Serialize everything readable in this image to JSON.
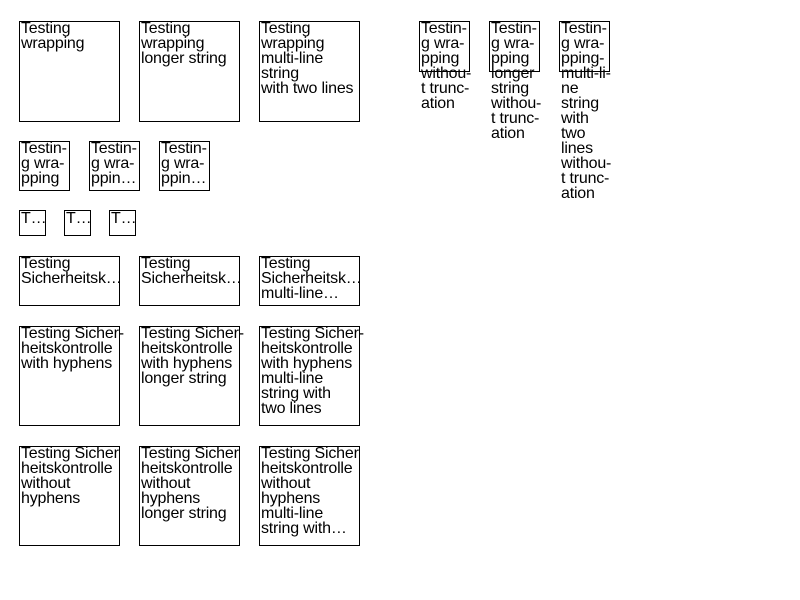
{
  "boxes": {
    "r1c1": [
      "Testing",
      "wrapping"
    ],
    "r1c2": [
      "Testing",
      "wrapping",
      "longer string"
    ],
    "r1c3": [
      "Testing",
      "wrapping",
      "multi-line",
      "string",
      "with two lines"
    ],
    "r1c4": [
      "Testin-",
      "g wra-",
      "pping",
      "withou-",
      "t trunc-",
      "ation"
    ],
    "r1c5": [
      "Testin-",
      "g wra-",
      "pping",
      "longer",
      "string",
      "withou-",
      "t trunc-",
      "ation"
    ],
    "r1c6": [
      "Testin-",
      "g wra-",
      "pping-",
      "multi-li-",
      "ne",
      "string",
      "with",
      "two",
      "lines",
      "withou-",
      "t trunc-",
      "ation"
    ],
    "r2c1": [
      "Testin-",
      "g wra-",
      "pping"
    ],
    "r2c2": [
      "Testin-",
      "g wra-",
      "ppin…"
    ],
    "r2c3": [
      "Testin-",
      "g wra-",
      "ppin…"
    ],
    "r3c1": [
      "T…"
    ],
    "r3c2": [
      "T…"
    ],
    "r3c3": [
      "T…"
    ],
    "r4c1": [
      "Testing",
      "Sicherheitsk…"
    ],
    "r4c2": [
      "Testing",
      "Sicherheitsk…"
    ],
    "r4c3": [
      "Testing",
      "Sicherheitsk…",
      "multi-line…"
    ],
    "r5c1": [
      "Testing Sicher-",
      "heitskontrolle",
      "with hyphens"
    ],
    "r5c2": [
      "Testing Sicher-",
      "heitskontrolle",
      "with hyphens",
      "longer string"
    ],
    "r5c3": [
      "Testing Sicher-",
      "heitskontrolle",
      "with hyphens",
      "multi-line",
      "string with",
      "two lines"
    ],
    "r6c1": [
      "Testing Sicher",
      "heitskontrolle",
      "without",
      "hyphens"
    ],
    "r6c2": [
      "Testing Sicher",
      "heitskontrolle",
      "without",
      "hyphens",
      "longer string"
    ],
    "r6c3": [
      "Testing Sicher",
      "heitskontrolle",
      "without",
      "hyphens",
      "multi-line",
      "string with…"
    ]
  }
}
